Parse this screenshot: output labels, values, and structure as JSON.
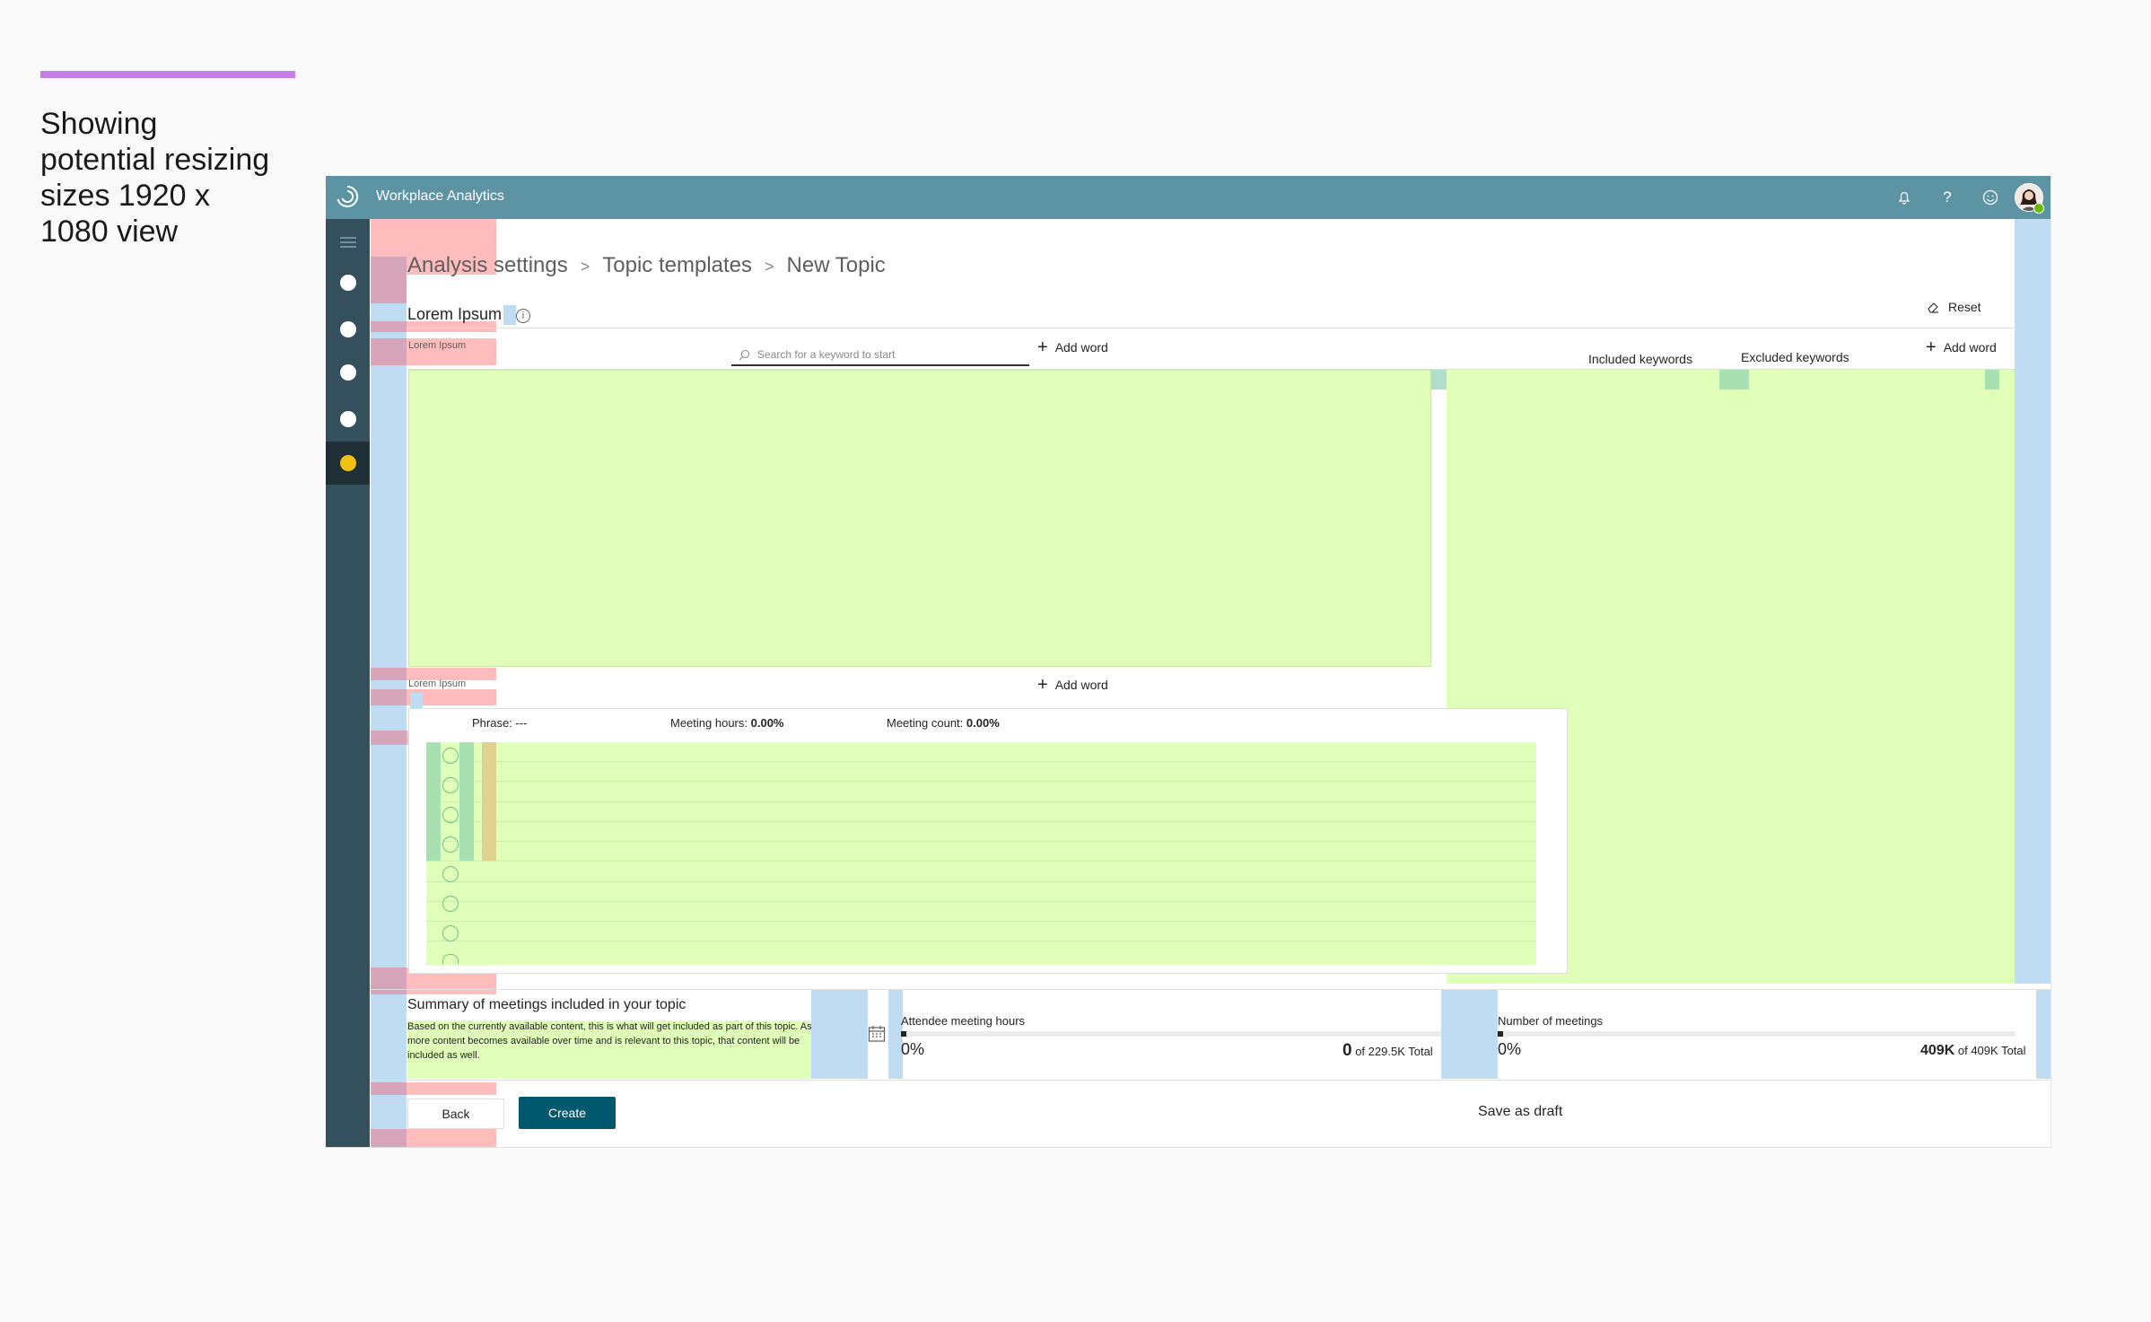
{
  "annotation": {
    "note": "Showing potential resizing sizes 1920 x 1080 view",
    "accent_color": "#c77fe8"
  },
  "header": {
    "app_title": "Workplace Analytics",
    "brand_color": "#5c94a4",
    "icons": [
      "notification-bell-icon",
      "help-icon",
      "feedback-smiley-icon",
      "user-avatar"
    ]
  },
  "nav": {
    "menu_icon": "hamburger-icon",
    "items_count": 5,
    "active_index": 4,
    "active_color": "#f0c20f"
  },
  "breadcrumb": {
    "items": [
      "Analysis settings",
      "Topic templates",
      "New Topic"
    ]
  },
  "topic": {
    "section_title": "Lorem Ipsum",
    "keywords_label": "Lorem Ipsum",
    "phrases_label": "Lorem Ipsum",
    "reset_label": "Reset",
    "search_placeholder": "Search for a keyword to start",
    "add_word_label": "Add word"
  },
  "keywords_tabs": {
    "included": "Included keywords",
    "excluded": "Excluded keywords",
    "active": "Included keywords",
    "add_word_label": "Add word"
  },
  "phrase_metrics": {
    "phrase_label": "Phrase:",
    "phrase_value": "---",
    "hours_label": "Meeting hours:",
    "hours_value": "0.00%",
    "count_label": "Meeting count:",
    "count_value": "0.00%"
  },
  "summary": {
    "title": "Summary of meetings included in your topic",
    "description": "Based on the currently available content, this is what will get included as part of this topic. As more content becomes available over time and is relevant to this topic, that content will be included as well.",
    "cards": [
      {
        "label": "Attendee meeting hours",
        "percent": "0%",
        "fraction": 0,
        "current": "0",
        "total_text": "of 229.5K Total"
      },
      {
        "label": "Number of meetings",
        "percent": "0%",
        "fraction": 0,
        "current": "409K",
        "total_text": "of 409K Total"
      }
    ]
  },
  "actions": {
    "back": "Back",
    "create": "Create",
    "save_draft": "Save as draft",
    "primary_color": "#00586f"
  }
}
